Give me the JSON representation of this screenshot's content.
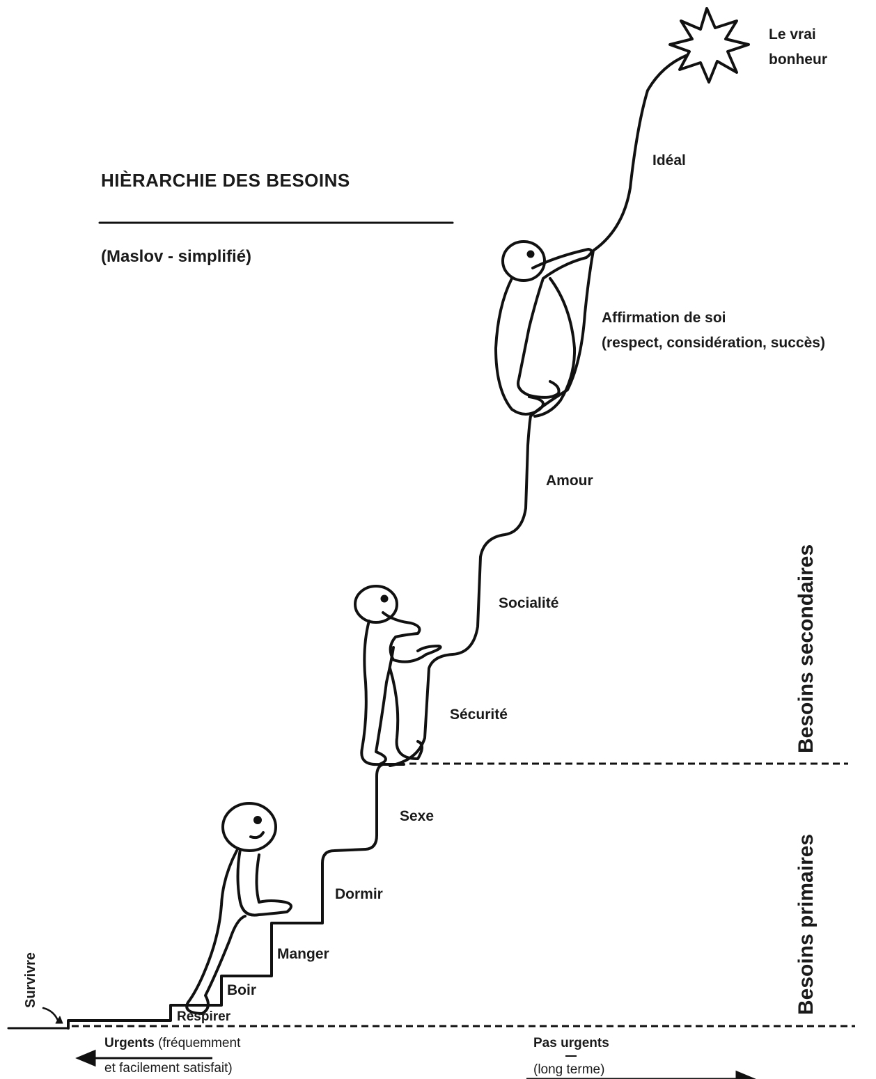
{
  "title": "HIÈRARCHIE DES BESOINS",
  "subtitle": "(Maslov  - simplifié)",
  "goal": {
    "line1": "Le vrai",
    "line2": "bonheur"
  },
  "steps": {
    "respirer": "Respirer",
    "boir": "Boir",
    "manger": "Manger",
    "dormir": "Dormir",
    "sexe": "Sexe",
    "securite": "Sécurité",
    "socialite": "Socialité",
    "amour": "Amour",
    "affirmation_line1": "Affirmation de soi",
    "affirmation_line2": "(respect, considération, succès)",
    "ideal": "Idéal"
  },
  "survivre": "Survivre",
  "groups": {
    "primaires": "Besoins primaires",
    "secondaires": "Besoins secondaires"
  },
  "axis": {
    "urgent_bold": "Urgents",
    "urgent_rest": " (fréquemment",
    "urgent_line2": "et facilement satisfait)",
    "non_urgent_line1": "Pas urgents",
    "non_urgent_line2": "(long terme)"
  },
  "colors": {
    "ink": "#111111",
    "background": "#ffffff"
  }
}
